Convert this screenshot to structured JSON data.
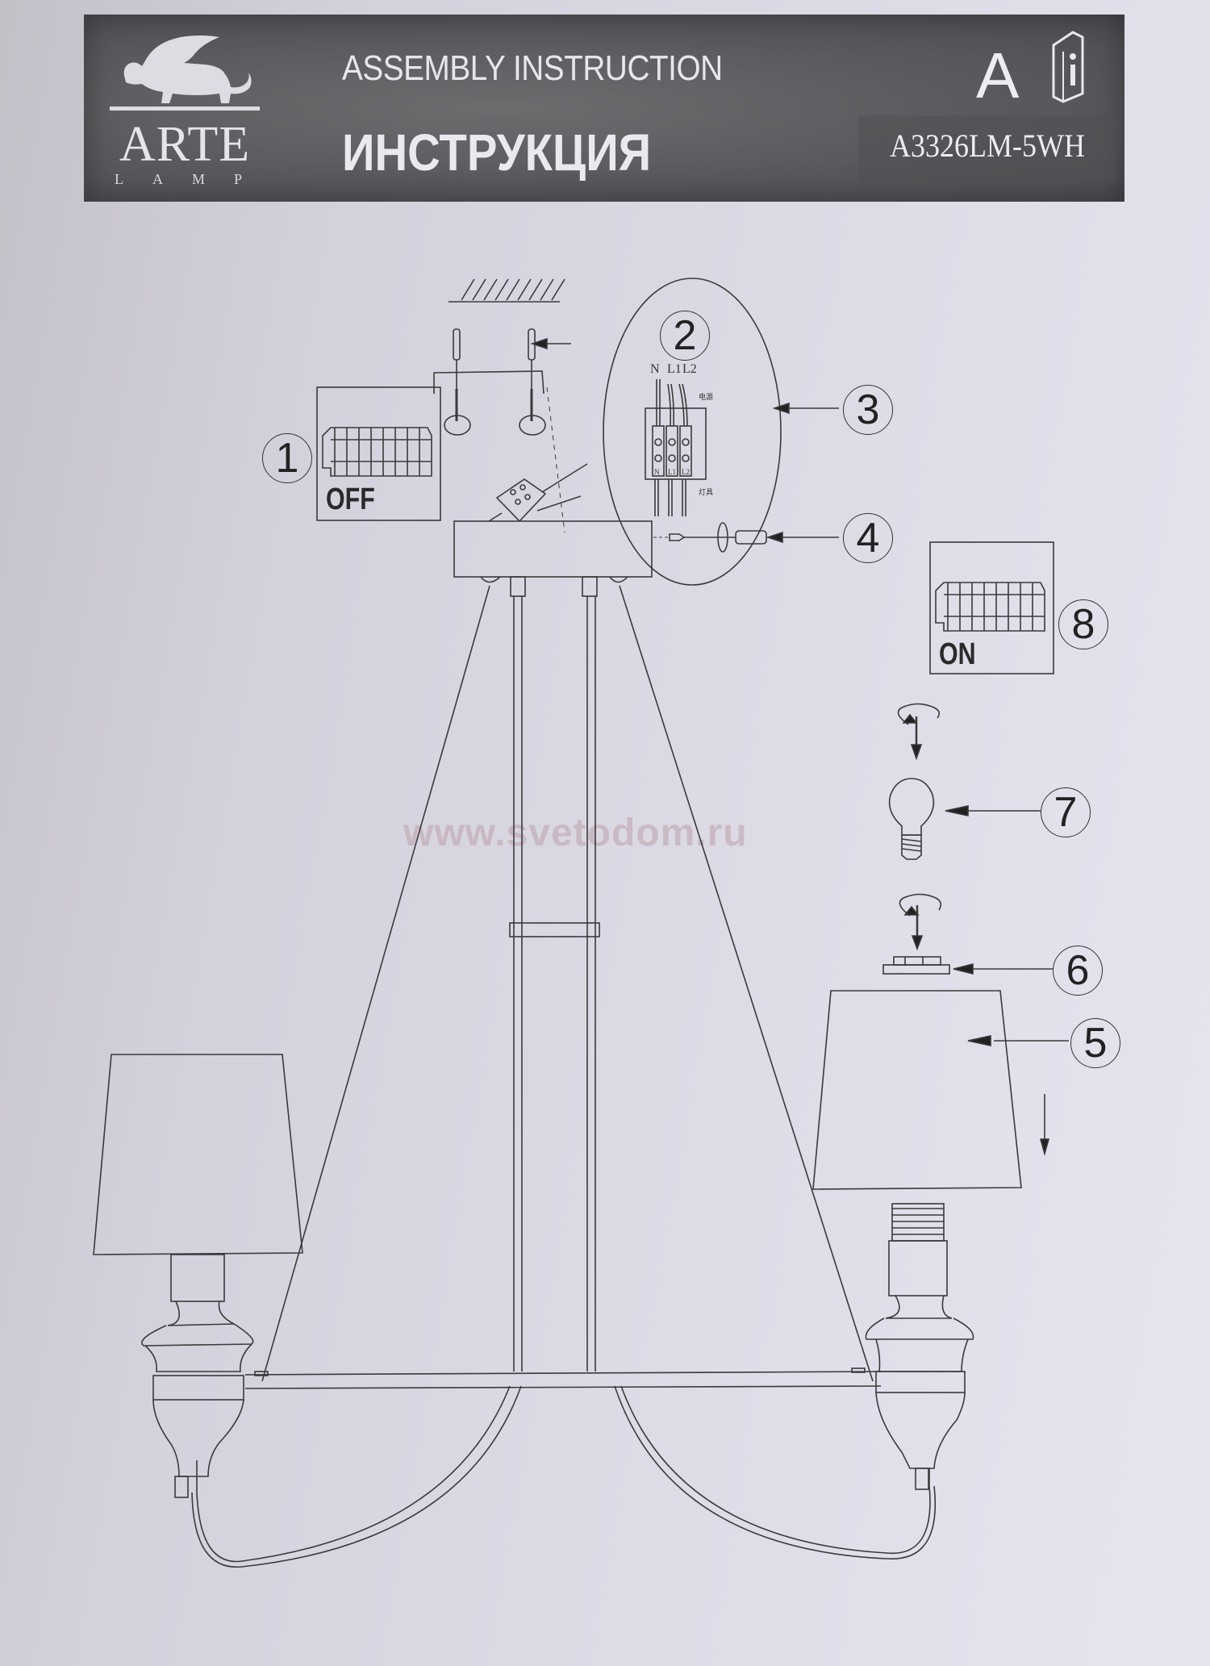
{
  "header": {
    "brand_name": "ARTE",
    "brand_sub": "LAMP",
    "title_en": "ASSEMBLY INSTRUCTION",
    "title_ru": "ИНСТРУКЦИЯ",
    "category_letter": "A",
    "info_icon": "info-book-icon",
    "model_number": "A3326LM-5WH"
  },
  "steps": [
    {
      "number": "1",
      "label": "OFF",
      "description": "power-switch-off"
    },
    {
      "number": "2",
      "description": "mount-anchors-and-screws"
    },
    {
      "number": "3",
      "description": "terminal-block-wiring"
    },
    {
      "number": "4",
      "description": "screwdriver-fix-canopy"
    },
    {
      "number": "5",
      "description": "lampshade"
    },
    {
      "number": "6",
      "description": "shade-ring"
    },
    {
      "number": "7",
      "description": "light-bulb"
    },
    {
      "number": "8",
      "label": "ON",
      "description": "power-switch-on"
    }
  ],
  "wiring": {
    "top_labels": [
      "N",
      "L1",
      "L2"
    ],
    "bottom_labels": [
      "N",
      "L1",
      "L2"
    ],
    "source_label": "电源",
    "fixture_label": "灯具"
  },
  "watermark": "www.svetodom.ru",
  "colors": {
    "paper": "#dcdbe6",
    "header_bg": "#5a5a5e",
    "line": "#3a3a3a"
  }
}
